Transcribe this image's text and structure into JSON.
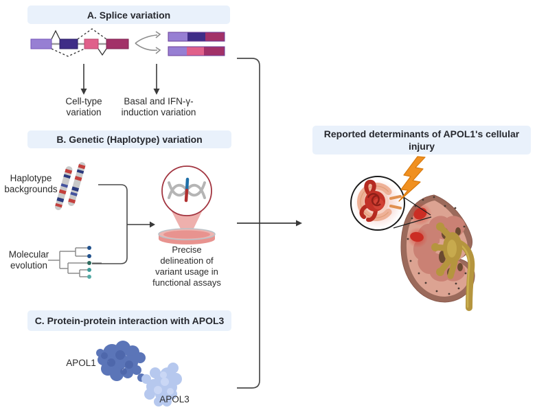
{
  "figure": {
    "panel_a": {
      "title": "A. Splice variation",
      "cell_type_label": "Cell-type\nvariation",
      "basal_label": "Basal and IFN-γ-\ninduction variation"
    },
    "panel_b": {
      "title": "B. Genetic (Haplotype) variation",
      "haplotype_label": "Haplotype\nbackgrounds",
      "evolution_label": "Molecular\nevolution",
      "assay_caption": "Precise\ndelineation of\nvariant usage in\nfunctional assays"
    },
    "panel_c": {
      "title": "C. Protein-protein interaction with APOL3",
      "protein1_label": "APOL1",
      "protein2_label": "APOL3"
    },
    "outcome": {
      "title": "Reported determinants of APOL1's cellular injury"
    }
  },
  "colors": {
    "banner_bg": "#e9f1fb",
    "banner_text": "#26282e",
    "label_text": "#2b2b2b",
    "dark_line": "#4a4a4a",
    "gray_line": "#8c8c8c",
    "intron_gray": "#9a9a9a",
    "exon_light_purple": "#977fd3",
    "exon_indigo": "#3f2d87",
    "exon_pink": "#e0608a",
    "exon_magenta": "#a23168",
    "isoform_border": "#6b3f9a",
    "chromosome_gray": "#c9c9c9",
    "band_red": "#c4403d",
    "band_navy": "#2b3a7e",
    "tree_tip_navy": "#21518c",
    "tree_tip_green": "#2e6b5e",
    "tree_tip_teal": "#3d9a98",
    "tree_tip_teal_light": "#55aaa5",
    "magnifier_ring": "#a23540",
    "dna_gray": "#b5b5b5",
    "snp_blue": "#1f6fa8",
    "snp_red": "#b03030",
    "funnel_pink": "#edaca9",
    "dish_pink": "#e8938f",
    "dish_rim": "#edb5b1",
    "apol1_blue": "#5b75b8",
    "apol1_patch": "#4c64a8",
    "apol3_blue": "#b6c8ee",
    "apol3_patch": "#cdd9f6",
    "bolt_orange": "#f09020",
    "bolt_outline": "#d87a0e",
    "glomerulus_red": "#c23127",
    "capsule_salmon": "#eeb197",
    "kidney_capsule": "#9b6a5b",
    "kidney_cortex": "#dca392",
    "kidney_pyramid": "#ca8174",
    "kidney_pelvis": "#b5953e",
    "kidney_injury_red": "#cb2d24",
    "kidney_sinus_brown": "#6b4a30"
  }
}
